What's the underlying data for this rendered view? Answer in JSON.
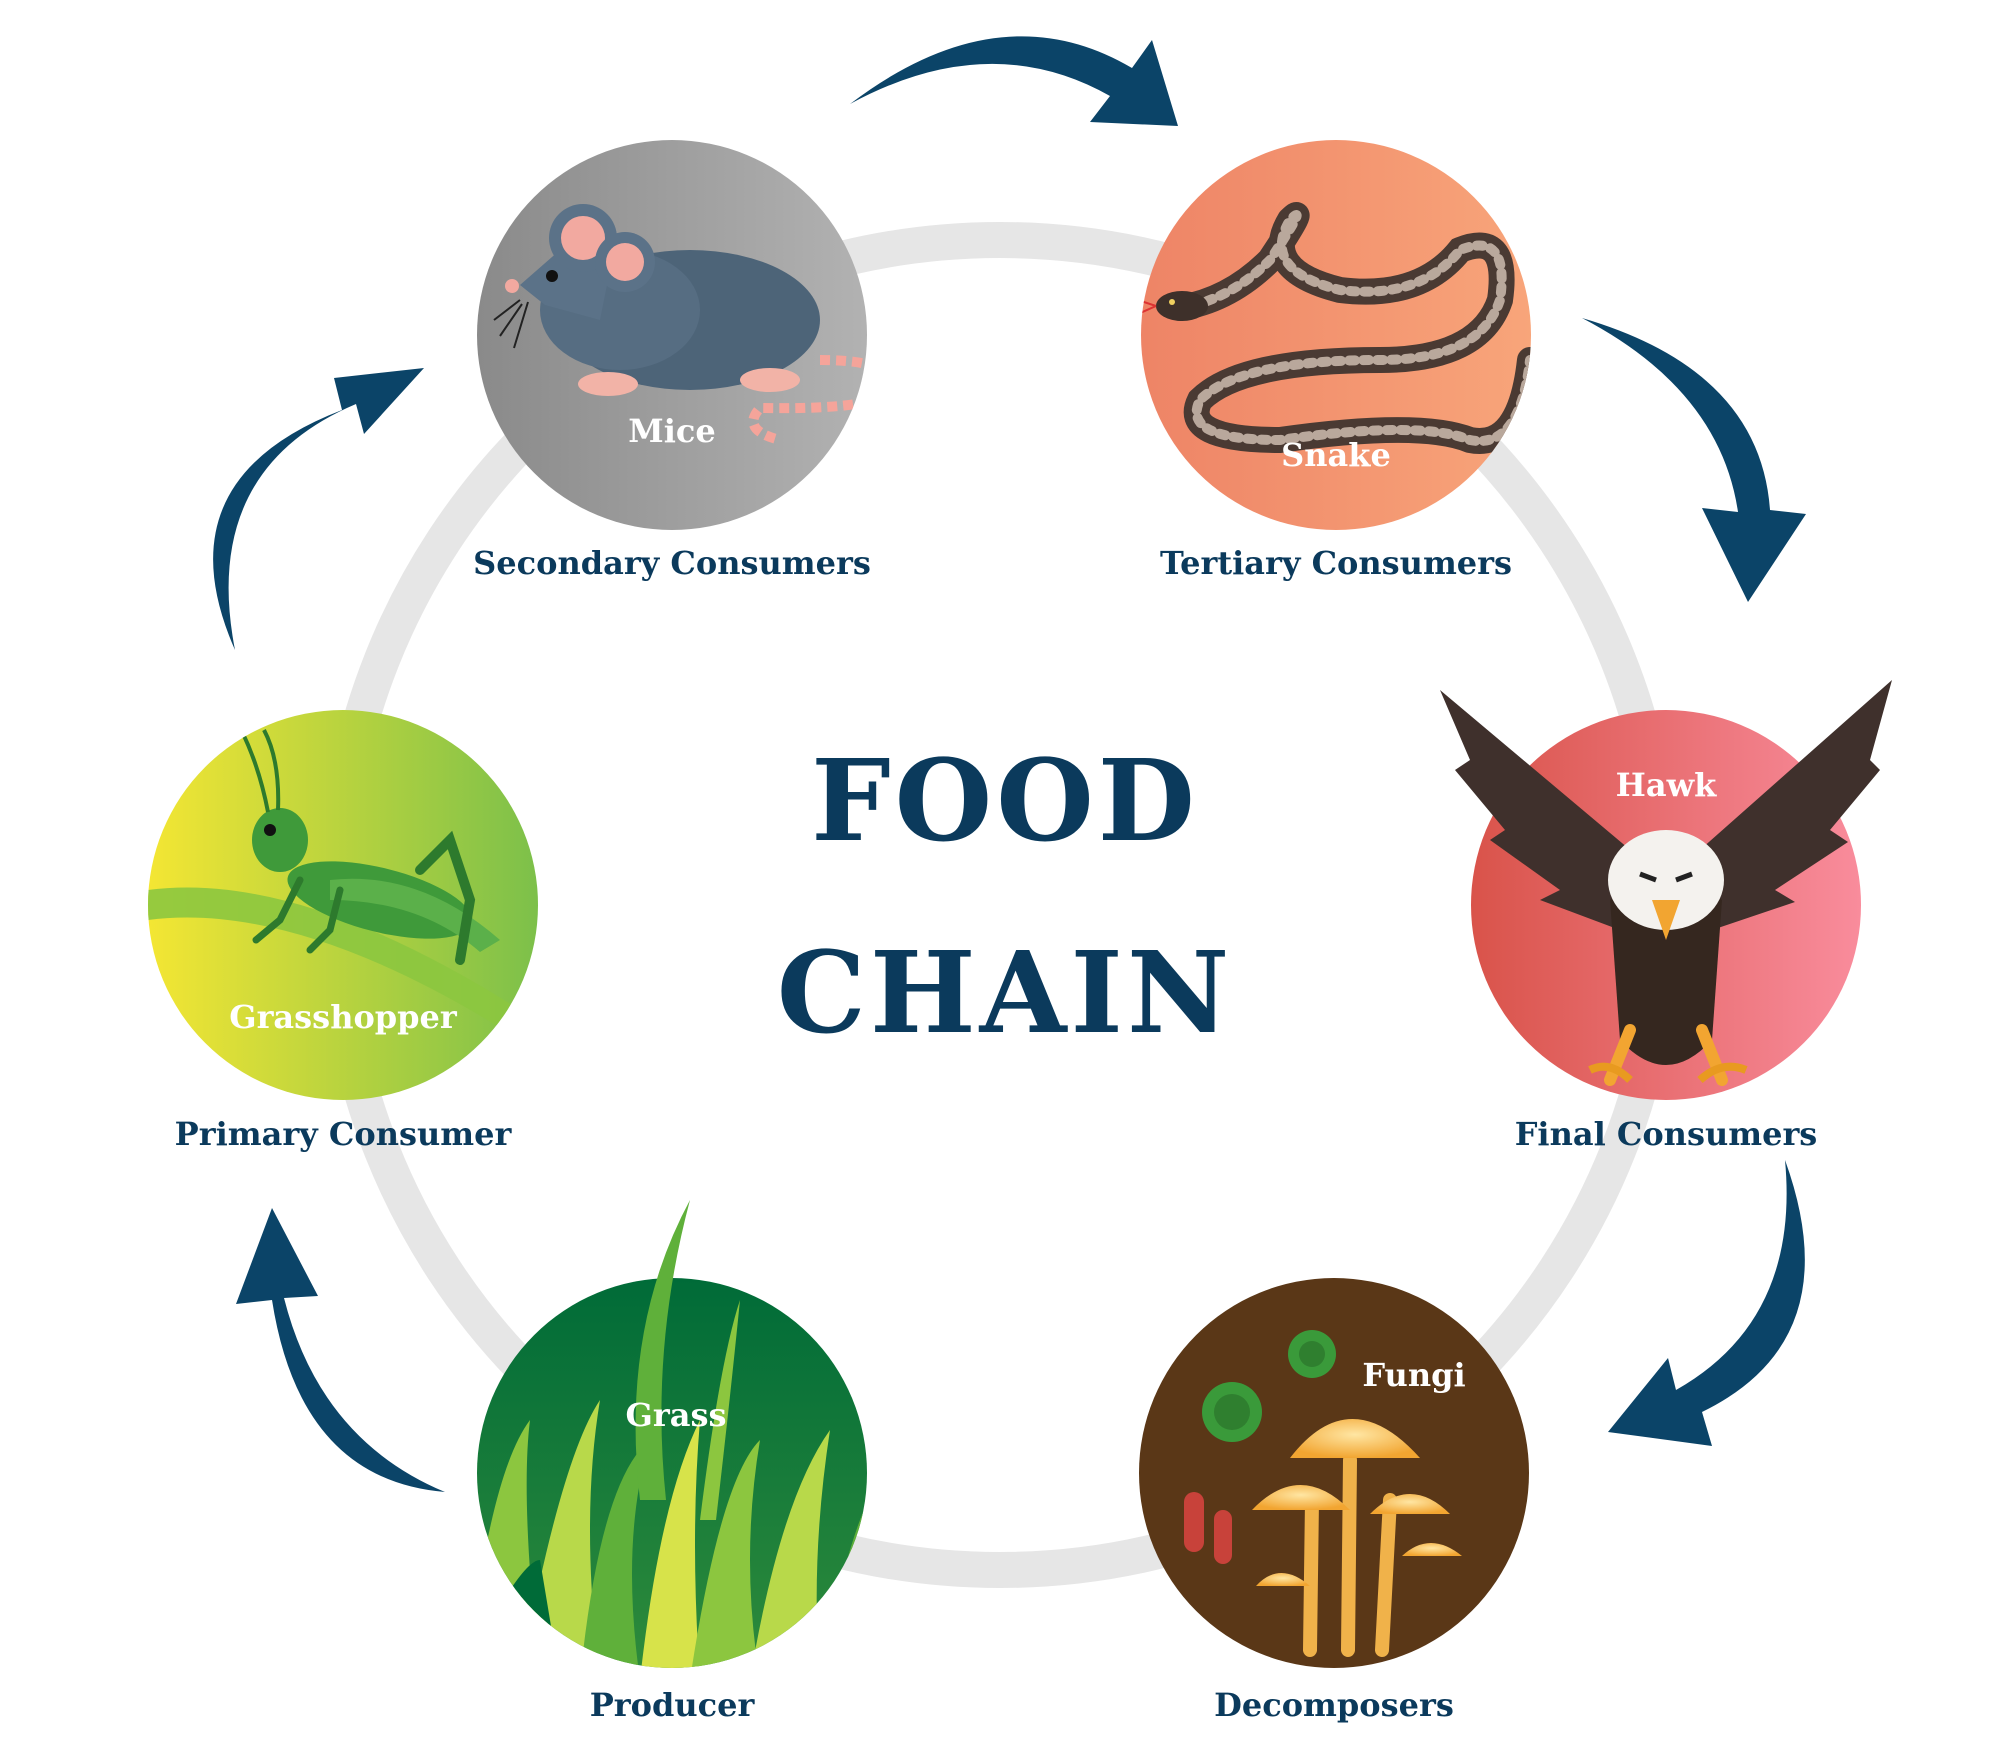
{
  "title": {
    "line1": "FOOD",
    "line2": "CHAIN"
  },
  "nodes": {
    "mice": {
      "label": "Mice",
      "caption": "Secondary Consumers"
    },
    "snake": {
      "label": "Snake",
      "caption": "Tertiary Consumers"
    },
    "hawk": {
      "label": "Hawk",
      "caption": "Final Consumers"
    },
    "fungi": {
      "label": "Fungi",
      "caption": "Decomposers"
    },
    "grass": {
      "label": "Grass",
      "caption": "Producer"
    },
    "grasshopper": {
      "label": "Grasshopper",
      "caption": "Primary Consumer"
    }
  },
  "colors": {
    "arrow": "#0b4468",
    "title": "#0b3a5c",
    "ring": "#e6e6e6"
  },
  "icons": [
    "mouse-icon",
    "snake-icon",
    "hawk-icon",
    "fungi-icon",
    "grass-icon",
    "grasshopper-icon",
    "cycle-arrow-icon"
  ]
}
